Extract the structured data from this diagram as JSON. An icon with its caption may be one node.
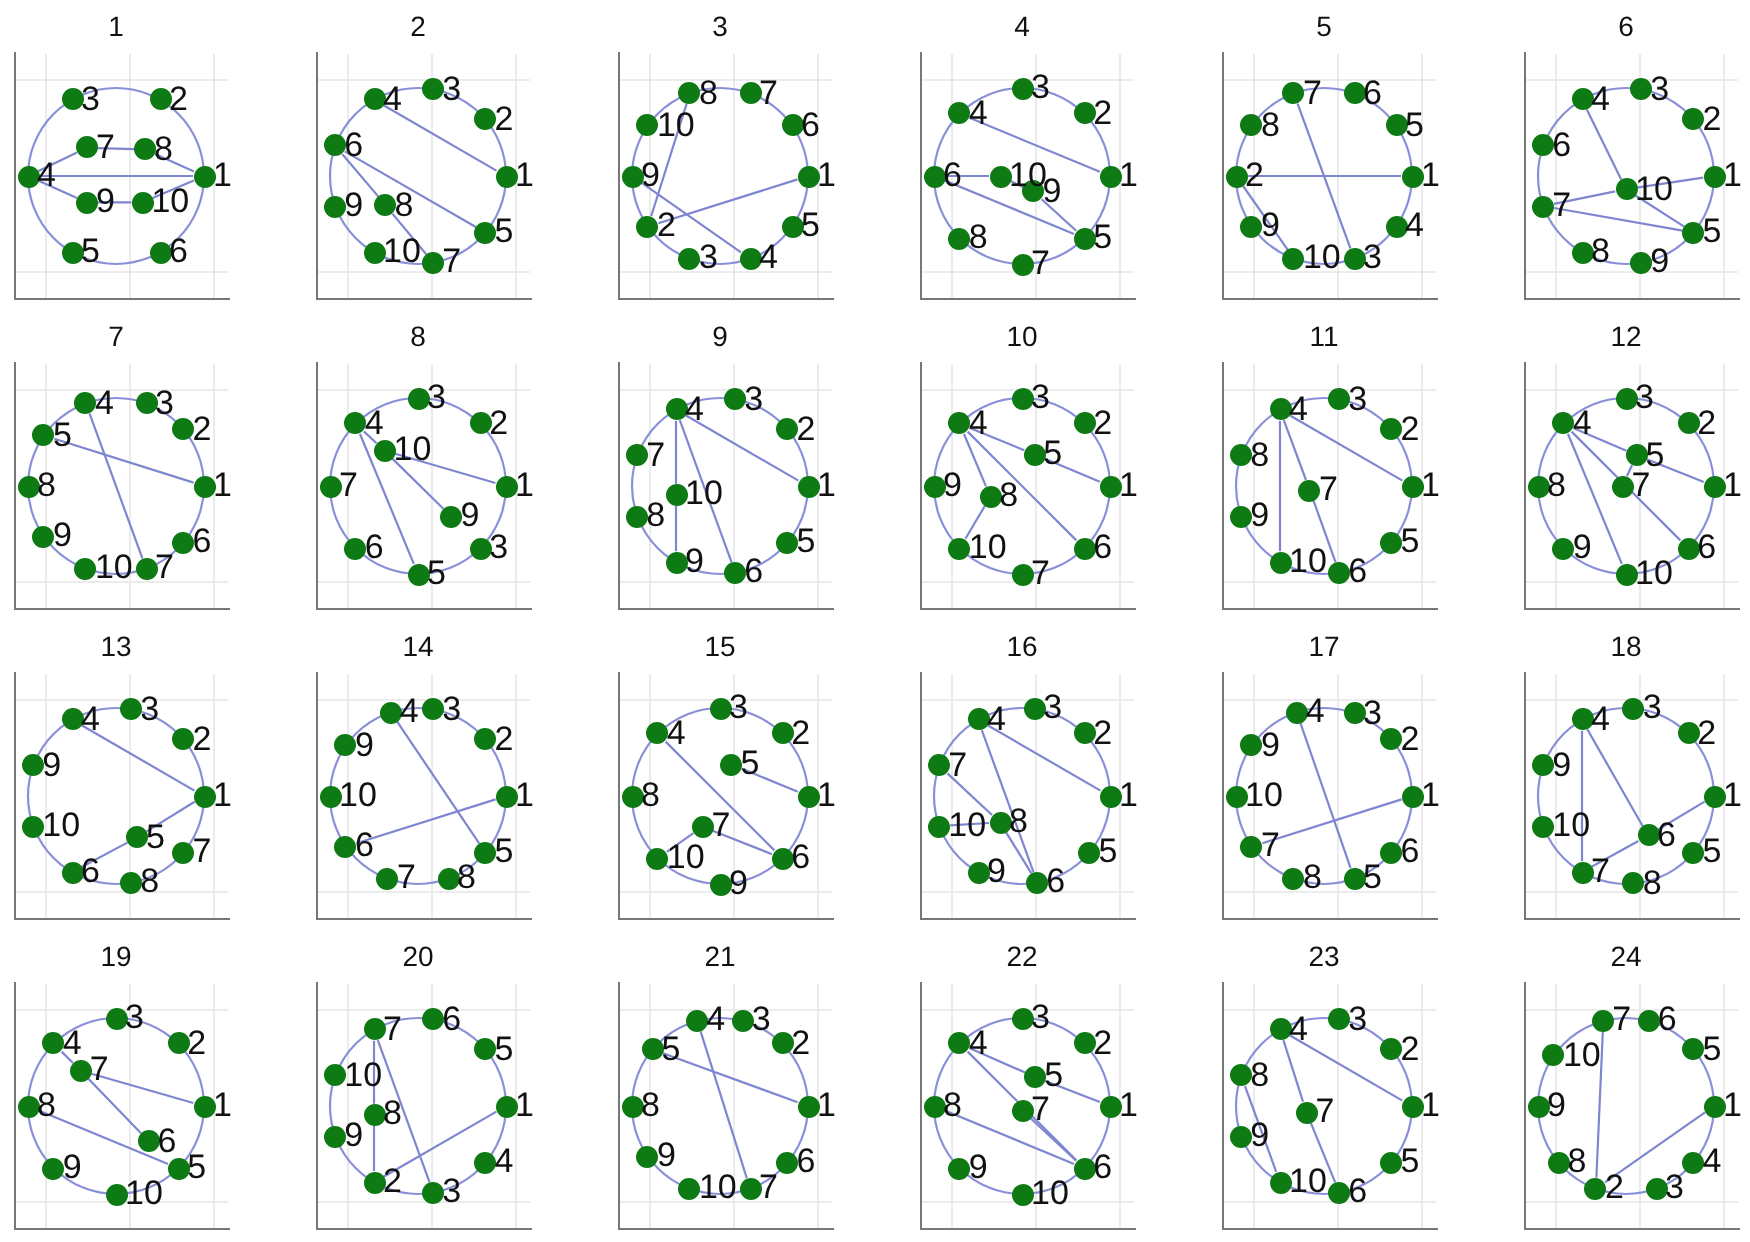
{
  "diagram": {
    "nodes": [
      {
        "text": [
          "1"
        ]
      },
      {
        "text": [
          "1"
        ],
        "in": 0
      },
      {
        "text": [
          "2"
        ],
        "in": 0
      },
      {
        "text": [
          "3"
        ],
        "in": 0
      },
      {
        "text": [
          "4"
        ],
        "in": 0
      },
      {
        "text": [
          "5"
        ],
        "in": 0
      },
      {
        "text": [
          "6"
        ],
        "in": 0
      },
      {
        "text": [
          "7"
        ],
        "in": 0
      },
      {
        "text": [
          "8"
        ],
        "in": 0
      },
      {
        "text": [
          "9"
        ],
        "in": 0
      },
      {
        "text": [
          "10"
        ],
        "in": 0
      },
      {
        "text": [
          "2"
        ]
      },
      {
        "text": [
          "1"
        ],
        "in": 11
      },
      {
        "text": [
          "2"
        ],
        "in": 11
      },
      {
        "text": [
          "3"
        ],
        "in": 11
      },
      {
        "text": [
          "4"
        ],
        "in": 11
      },
      {
        "text": [
          "5"
        ],
        "in": 11
      },
      {
        "text": [
          "6"
        ],
        "in": 11
      },
      {
        "text": [
          "7"
        ],
        "in": 11
      },
      {
        "text": [
          "8"
        ],
        "in": 11
      },
      {
        "text": [
          "9"
        ],
        "in": 11
      },
      {
        "text": [
          "10"
        ],
        "in": 11
      },
      {
        "text": [
          "3"
        ]
      },
      {
        "text": [
          "1"
        ],
        "in": 22
      },
      {
        "text": [
          "2"
        ],
        "in": 22
      },
      {
        "text": [
          "3"
        ],
        "in": 22
      },
      {
        "text": [
          "4"
        ],
        "in": 22
      },
      {
        "text": [
          "5"
        ],
        "in": 22
      },
      {
        "text": [
          "6"
        ],
        "in": 22
      },
      {
        "text": [
          "7"
        ],
        "in": 22
      },
      {
        "text": [
          "8"
        ],
        "in": 22
      },
      {
        "text": [
          "9"
        ],
        "in": 22
      },
      {
        "text": [
          "10"
        ],
        "in": 22
      },
      {
        "text": [
          "4"
        ]
      },
      {
        "text": [
          "1"
        ],
        "in": 33
      },
      {
        "text": [
          "2"
        ],
        "in": 33
      },
      {
        "text": [
          "3"
        ],
        "in": 33
      },
      {
        "text": [
          "4"
        ],
        "in": 33
      },
      {
        "text": [
          "5"
        ],
        "in": 33
      },
      {
        "text": [
          "6"
        ],
        "in": 33
      },
      {
        "text": [
          "7"
        ],
        "in": 33
      },
      {
        "text": [
          "8"
        ],
        "in": 33
      },
      {
        "text": [
          "9"
        ],
        "in": 33
      },
      {
        "text": [
          "10"
        ],
        "in": 33
      },
      {
        "text": [
          "5"
        ]
      },
      {
        "text": [
          "1"
        ],
        "in": 44
      },
      {
        "text": [
          "2"
        ],
        "in": 44
      },
      {
        "text": [
          "3"
        ],
        "in": 44
      },
      {
        "text": [
          "4"
        ],
        "in": 44
      },
      {
        "text": [
          "5"
        ],
        "in": 44
      },
      {
        "text": [
          "6"
        ],
        "in": 44
      },
      {
        "text": [
          "7"
        ],
        "in": 44
      },
      {
        "text": [
          "8"
        ],
        "in": 44
      },
      {
        "text": [
          "9"
        ],
        "in": 44
      },
      {
        "text": [
          "10"
        ],
        "in": 44
      },
      {
        "text": [
          "6"
        ]
      },
      {
        "text": [
          "1"
        ],
        "in": 55
      },
      {
        "text": [
          "2"
        ],
        "in": 55
      },
      {
        "text": [
          "3"
        ],
        "in": 55
      },
      {
        "text": [
          "4"
        ],
        "in": 55
      },
      {
        "text": [
          "5"
        ],
        "in": 55
      },
      {
        "text": [
          "6"
        ],
        "in": 55
      },
      {
        "text": [
          "7"
        ],
        "in": 55
      },
      {
        "text": [
          "8"
        ],
        "in": 55
      },
      {
        "text": [
          "9"
        ],
        "in": 55
      },
      {
        "text": [
          "10"
        ],
        "in": 55
      },
      {
        "text": [
          "7"
        ]
      },
      {
        "text": [
          "1"
        ],
        "in": 66
      },
      {
        "text": [
          "2"
        ],
        "in": 66
      },
      {
        "text": [
          "3"
        ],
        "in": 66
      },
      {
        "text": [
          "4"
        ],
        "in": 66
      },
      {
        "text": [
          "5"
        ],
        "in": 66
      },
      {
        "text": [
          "6"
        ],
        "in": 66
      },
      {
        "text": [
          "7"
        ],
        "in": 66
      },
      {
        "text": [
          "8"
        ],
        "in": 66
      },
      {
        "text": [
          "9"
        ],
        "in": 66
      },
      {
        "text": [
          "10"
        ],
        "in": 66
      },
      {
        "text": [
          "8"
        ]
      },
      {
        "text": [
          "1"
        ],
        "in": 77
      },
      {
        "text": [
          "2"
        ],
        "in": 77
      },
      {
        "text": [
          "3"
        ],
        "in": 77
      },
      {
        "text": [
          "4"
        ],
        "in": 77
      },
      {
        "text": [
          "5"
        ],
        "in": 77
      },
      {
        "text": [
          "6"
        ],
        "in": 77
      },
      {
        "text": [
          "7"
        ],
        "in": 77
      },
      {
        "text": [
          "3"
        ],
        "in": 77
      },
      {
        "text": [
          "9"
        ],
        "in": 77
      },
      {
        "text": [
          "10"
        ],
        "in": 77
      },
      {
        "text": [
          "9"
        ]
      },
      {
        "text": [
          "1"
        ],
        "in": 88
      },
      {
        "text": [
          "2"
        ],
        "in": 88
      },
      {
        "text": [
          "3"
        ],
        "in": 88
      },
      {
        "text": [
          "4"
        ],
        "in": 88
      },
      {
        "text": [
          "5"
        ],
        "in": 88
      },
      {
        "text": [
          "6"
        ],
        "in": 88
      },
      {
        "text": [
          "7"
        ],
        "in": 88
      },
      {
        "text": [
          "8"
        ],
        "in": 88
      },
      {
        "text": [
          "9"
        ],
        "in": 88
      },
      {
        "text": [
          "10"
        ],
        "in": 88
      },
      {
        "text": [
          "10"
        ]
      },
      {
        "text": [
          "1"
        ],
        "in": 99
      },
      {
        "text": [
          "2"
        ],
        "in": 99
      },
      {
        "text": [
          "3"
        ],
        "in": 99
      },
      {
        "text": [
          "4"
        ],
        "in": 99
      },
      {
        "text": [
          "5"
        ],
        "in": 99
      },
      {
        "text": [
          "6"
        ],
        "in": 99
      },
      {
        "text": [
          "7"
        ],
        "in": 99
      },
      {
        "text": [
          "8"
        ],
        "in": 99
      },
      {
        "text": [
          "9"
        ],
        "in": 99
      },
      {
        "text": [
          "10"
        ],
        "in": 99
      },
      {
        "text": [
          "11"
        ]
      },
      {
        "text": [
          "1"
        ],
        "in": 110
      },
      {
        "text": [
          "2"
        ],
        "in": 110
      },
      {
        "text": [
          "3"
        ],
        "in": 110
      },
      {
        "text": [
          "4"
        ],
        "in": 110
      },
      {
        "text": [
          "5"
        ],
        "in": 110
      },
      {
        "text": [
          "6"
        ],
        "in": 110
      },
      {
        "text": [
          "7"
        ],
        "in": 110
      },
      {
        "text": [
          "8"
        ],
        "in": 110
      },
      {
        "text": [
          "9"
        ],
        "in": 110
      },
      {
        "text": [
          "10"
        ],
        "in": 110
      },
      {
        "text": [
          "12"
        ]
      },
      {
        "text": [
          "1"
        ],
        "in": 121
      },
      {
        "text": [
          "2"
        ],
        "in": 121
      },
      {
        "text": [
          "3"
        ],
        "in": 121
      },
      {
        "text": [
          "4"
        ],
        "in": 121
      },
      {
        "text": [
          "5"
        ],
        "in": 121
      },
      {
        "text": [
          "6"
        ],
        "in": 121
      },
      {
        "text": [
          "7"
        ],
        "in": 121
      },
      {
        "text": [
          "8"
        ],
        "in": 121
      },
      {
        "text": [
          "9"
        ],
        "in": 121
      },
      {
        "text": [
          "10"
        ],
        "in": 121
      },
      {
        "text": [
          "13"
        ]
      },
      {
        "text": [
          "1"
        ],
        "in": 132
      },
      {
        "text": [
          "2"
        ],
        "in": 132
      },
      {
        "text": [
          "3"
        ],
        "in": 132
      },
      {
        "text": [
          "4"
        ],
        "in": 132
      },
      {
        "text": [
          "5"
        ],
        "in": 132
      },
      {
        "text": [
          "6"
        ],
        "in": 132
      },
      {
        "text": [
          "7"
        ],
        "in": 132
      },
      {
        "text": [
          "8"
        ],
        "in": 132
      },
      {
        "text": [
          "9"
        ],
        "in": 132
      },
      {
        "text": [
          "10"
        ],
        "in": 132
      },
      {
        "text": [
          "14"
        ]
      },
      {
        "text": [
          "1"
        ],
        "in": 143
      },
      {
        "text": [
          "2"
        ],
        "in": 143
      },
      {
        "text": [
          "3"
        ],
        "in": 143
      },
      {
        "text": [
          "4"
        ],
        "in": 143
      },
      {
        "text": [
          "5"
        ],
        "in": 143
      },
      {
        "text": [
          "6"
        ],
        "in": 143
      },
      {
        "text": [
          "7"
        ],
        "in": 143
      },
      {
        "text": [
          "8"
        ],
        "in": 143
      },
      {
        "text": [
          "9"
        ],
        "in": 143
      },
      {
        "text": [
          "10"
        ],
        "in": 143
      },
      {
        "text": [
          "15"
        ]
      },
      {
        "text": [
          "1"
        ],
        "in": 154
      },
      {
        "text": [
          "2"
        ],
        "in": 154
      },
      {
        "text": [
          "3"
        ],
        "in": 154
      },
      {
        "text": [
          "4"
        ],
        "in": 154
      },
      {
        "text": [
          "5"
        ],
        "in": 154
      },
      {
        "text": [
          "6"
        ],
        "in": 154
      },
      {
        "text": [
          "7"
        ],
        "in": 154
      },
      {
        "text": [
          "8"
        ],
        "in": 154
      },
      {
        "text": [
          "9"
        ],
        "in": 154
      },
      {
        "text": [
          "10"
        ],
        "in": 154
      },
      {
        "text": [
          "16"
        ]
      },
      {
        "text": [
          "1"
        ],
        "in": 165
      },
      {
        "text": [
          "2"
        ],
        "in": 165
      },
      {
        "text": [
          "3"
        ],
        "in": 165
      },
      {
        "text": [
          "4"
        ],
        "in": 165
      },
      {
        "text": [
          "5"
        ],
        "in": 165
      },
      {
        "text": [
          "6"
        ],
        "in": 165
      },
      {
        "text": [
          "7"
        ],
        "in": 165
      },
      {
        "text": [
          "8"
        ],
        "in": 165
      },
      {
        "text": [
          "9"
        ],
        "in": 165
      },
      {
        "text": [
          "10"
        ],
        "in": 165
      },
      {
        "text": [
          "17"
        ]
      },
      {
        "text": [
          "1"
        ],
        "in": 176
      },
      {
        "text": [
          "2"
        ],
        "in": 176
      },
      {
        "text": [
          "3"
        ],
        "in": 176
      },
      {
        "text": [
          "4"
        ],
        "in": 176
      },
      {
        "text": [
          "5"
        ],
        "in": 176
      },
      {
        "text": [
          "6"
        ],
        "in": 176
      },
      {
        "text": [
          "7"
        ],
        "in": 176
      },
      {
        "text": [
          "8"
        ],
        "in": 176
      },
      {
        "text": [
          "9"
        ],
        "in": 176
      },
      {
        "text": [
          "10"
        ],
        "in": 176
      },
      {
        "text": [
          "18"
        ]
      },
      {
        "text": [
          "1"
        ],
        "in": 187
      },
      {
        "text": [
          "2"
        ],
        "in": 187
      },
      {
        "text": [
          "3"
        ],
        "in": 187
      },
      {
        "text": [
          "4"
        ],
        "in": 187
      },
      {
        "text": [
          "5"
        ],
        "in": 187
      },
      {
        "text": [
          "6"
        ],
        "in": 187
      },
      {
        "text": [
          "7"
        ],
        "in": 187
      },
      {
        "text": [
          "8"
        ],
        "in": 187
      },
      {
        "text": [
          "9"
        ],
        "in": 187
      },
      {
        "text": [
          "10"
        ],
        "in": 187
      },
      {
        "text": [
          "19"
        ]
      },
      {
        "text": [
          "1"
        ],
        "in": 198
      },
      {
        "text": [
          "2"
        ],
        "in": 198
      },
      {
        "text": [
          "3"
        ],
        "in": 198
      },
      {
        "text": [
          "4"
        ],
        "in": 198
      },
      {
        "text": [
          "5"
        ],
        "in": 198
      },
      {
        "text": [
          "6"
        ],
        "in": 198
      },
      {
        "text": [
          "7"
        ],
        "in": 198
      },
      {
        "text": [
          "8"
        ],
        "in": 198
      },
      {
        "text": [
          "9"
        ],
        "in": 198
      },
      {
        "text": [
          "10"
        ],
        "in": 198
      },
      {
        "text": [
          "20"
        ]
      },
      {
        "text": [
          "1"
        ],
        "in": 209
      },
      {
        "text": [
          "2"
        ],
        "in": 209
      },
      {
        "text": [
          "3"
        ],
        "in": 209
      },
      {
        "text": [
          "4"
        ],
        "in": 209
      },
      {
        "text": [
          "5"
        ],
        "in": 209
      },
      {
        "text": [
          "6"
        ],
        "in": 209
      },
      {
        "text": [
          "7"
        ],
        "in": 209
      },
      {
        "text": [
          "8"
        ],
        "in": 209
      },
      {
        "text": [
          "9"
        ],
        "in": 209
      },
      {
        "text": [
          "10"
        ],
        "in": 209
      },
      {
        "text": [
          "21"
        ]
      },
      {
        "text": [
          "1"
        ],
        "in": 220
      },
      {
        "text": [
          "2"
        ],
        "in": 220
      },
      {
        "text": [
          "3"
        ],
        "in": 220
      },
      {
        "text": [
          "4"
        ],
        "in": 220
      },
      {
        "text": [
          "5"
        ],
        "in": 220
      },
      {
        "text": [
          "6"
        ],
        "in": 220
      },
      {
        "text": [
          "7"
        ],
        "in": 220
      },
      {
        "text": [
          "8"
        ],
        "in": 220
      },
      {
        "text": [
          "9"
        ],
        "in": 220
      },
      {
        "text": [
          "10"
        ],
        "in": 220
      },
      {
        "text": [
          "22"
        ]
      },
      {
        "text": [
          "1"
        ],
        "in": 231
      },
      {
        "text": [
          "2"
        ],
        "in": 231
      },
      {
        "text": [
          "3"
        ],
        "in": 231
      },
      {
        "text": [
          "4"
        ],
        "in": 231
      },
      {
        "text": [
          "5"
        ],
        "in": 231
      },
      {
        "text": [
          "6"
        ],
        "in": 231
      },
      {
        "text": [
          "7"
        ],
        "in": 231
      },
      {
        "text": [
          "8"
        ],
        "in": 231
      },
      {
        "text": [
          "9"
        ],
        "in": 231
      },
      {
        "text": [
          "10"
        ],
        "in": 231
      },
      {
        "text": [
          "23"
        ]
      },
      {
        "text": [
          "1"
        ],
        "in": 242
      },
      {
        "text": [
          "2"
        ],
        "in": 242
      },
      {
        "text": [
          "3"
        ],
        "in": 242
      },
      {
        "text": [
          "4"
        ],
        "in": 242
      },
      {
        "text": [
          "5"
        ],
        "in": 242
      },
      {
        "text": [
          "6"
        ],
        "in": 242
      },
      {
        "text": [
          "7"
        ],
        "in": 242
      },
      {
        "text": [
          "8"
        ],
        "in": 242
      },
      {
        "text": [
          "9"
        ],
        "in": 242
      },
      {
        "text": [
          "10"
        ],
        "in": 242
      },
      {
        "text": [
          "24"
        ]
      },
      {
        "text": [
          "1"
        ],
        "in": 253
      },
      {
        "text": [
          "2"
        ],
        "in": 253
      },
      {
        "text": [
          "3"
        ],
        "in": 253
      },
      {
        "text": [
          "4"
        ],
        "in": 253
      },
      {
        "text": [
          "5"
        ],
        "in": 253
      },
      {
        "text": [
          "6"
        ],
        "in": 253
      },
      {
        "text": [
          "7"
        ],
        "in": 253
      },
      {
        "text": [
          "8"
        ],
        "in": 253
      },
      {
        "text": [
          "9"
        ],
        "in": 253
      },
      {
        "text": [
          "10"
        ],
        "in": 253
      }
    ],
    "edges": [
      {
        "from": 4,
        "to": 1,
        "arrow": "none"
      },
      {
        "from": 4,
        "to": 7,
        "arrow": "none"
      },
      {
        "from": 7,
        "to": 8,
        "arrow": "none"
      },
      {
        "from": 8,
        "to": 1,
        "arrow": "none"
      },
      {
        "from": 4,
        "to": 9,
        "arrow": "none"
      },
      {
        "from": 9,
        "to": 10,
        "arrow": "none"
      },
      {
        "from": 10,
        "to": 1,
        "arrow": "none"
      },
      {
        "from": 15,
        "to": 12,
        "arrow": "none"
      },
      {
        "from": 17,
        "to": 16,
        "arrow": "none"
      },
      {
        "from": 17,
        "to": 19,
        "arrow": "none"
      },
      {
        "from": 19,
        "to": 18,
        "arrow": "none"
      },
      {
        "from": 24,
        "to": 23,
        "arrow": "none"
      },
      {
        "from": 31,
        "to": 26,
        "arrow": "none"
      },
      {
        "from": 24,
        "to": 30,
        "arrow": "none"
      },
      {
        "from": 37,
        "to": 34,
        "arrow": "none"
      },
      {
        "from": 39,
        "to": 43,
        "arrow": "none"
      },
      {
        "from": 43,
        "to": 42,
        "arrow": "none"
      },
      {
        "from": 42,
        "to": 38,
        "arrow": "none"
      },
      {
        "from": 39,
        "to": 38,
        "arrow": "none"
      },
      {
        "from": 46,
        "to": 45,
        "arrow": "none"
      },
      {
        "from": 51,
        "to": 47,
        "arrow": "none"
      },
      {
        "from": 46,
        "to": 54,
        "arrow": "none"
      },
      {
        "from": 59,
        "to": 65,
        "arrow": "none"
      },
      {
        "from": 65,
        "to": 60,
        "arrow": "none"
      },
      {
        "from": 62,
        "to": 65,
        "arrow": "none"
      },
      {
        "from": 65,
        "to": 56,
        "arrow": "none"
      },
      {
        "from": 62,
        "to": 60,
        "arrow": "none"
      },
      {
        "from": 71,
        "to": 67,
        "arrow": "none"
      },
      {
        "from": 70,
        "to": 73,
        "arrow": "none"
      },
      {
        "from": 81,
        "to": 87,
        "arrow": "none"
      },
      {
        "from": 87,
        "to": 78,
        "arrow": "none"
      },
      {
        "from": 87,
        "to": 86,
        "arrow": "none"
      },
      {
        "from": 81,
        "to": 82,
        "arrow": "none"
      },
      {
        "from": 92,
        "to": 98,
        "arrow": "none"
      },
      {
        "from": 98,
        "to": 97,
        "arrow": "none"
      },
      {
        "from": 92,
        "to": 94,
        "arrow": "none"
      },
      {
        "from": 92,
        "to": 89,
        "arrow": "none"
      },
      {
        "from": 103,
        "to": 104,
        "arrow": "none"
      },
      {
        "from": 104,
        "to": 100,
        "arrow": "none"
      },
      {
        "from": 103,
        "to": 105,
        "arrow": "none"
      },
      {
        "from": 103,
        "to": 107,
        "arrow": "none"
      },
      {
        "from": 107,
        "to": 109,
        "arrow": "none"
      },
      {
        "from": 114,
        "to": 111,
        "arrow": "none"
      },
      {
        "from": 114,
        "to": 120,
        "arrow": "none"
      },
      {
        "from": 114,
        "to": 117,
        "arrow": "none"
      },
      {
        "from": 117,
        "to": 116,
        "arrow": "none"
      },
      {
        "from": 125,
        "to": 131,
        "arrow": "none"
      },
      {
        "from": 125,
        "to": 127,
        "arrow": "none"
      },
      {
        "from": 125,
        "to": 126,
        "arrow": "none"
      },
      {
        "from": 126,
        "to": 122,
        "arrow": "none"
      },
      {
        "from": 126,
        "to": 128,
        "arrow": "none"
      },
      {
        "from": 136,
        "to": 133,
        "arrow": "none"
      },
      {
        "from": 138,
        "to": 137,
        "arrow": "none"
      },
      {
        "from": 137,
        "to": 133,
        "arrow": "none"
      },
      {
        "from": 147,
        "to": 148,
        "arrow": "none"
      },
      {
        "from": 149,
        "to": 144,
        "arrow": "none"
      },
      {
        "from": 158,
        "to": 160,
        "arrow": "none"
      },
      {
        "from": 159,
        "to": 155,
        "arrow": "none"
      },
      {
        "from": 161,
        "to": 160,
        "arrow": "none"
      },
      {
        "from": 164,
        "to": 161,
        "arrow": "none"
      },
      {
        "from": 169,
        "to": 166,
        "arrow": "none"
      },
      {
        "from": 169,
        "to": 171,
        "arrow": "none"
      },
      {
        "from": 172,
        "to": 173,
        "arrow": "none"
      },
      {
        "from": 173,
        "to": 171,
        "arrow": "none"
      },
      {
        "from": 175,
        "to": 173,
        "arrow": "none"
      },
      {
        "from": 180,
        "to": 181,
        "arrow": "none"
      },
      {
        "from": 183,
        "to": 177,
        "arrow": "none"
      },
      {
        "from": 191,
        "to": 194,
        "arrow": "none"
      },
      {
        "from": 191,
        "to": 193,
        "arrow": "none"
      },
      {
        "from": 193,
        "to": 188,
        "arrow": "none"
      },
      {
        "from": 194,
        "to": 193,
        "arrow": "none"
      },
      {
        "from": 202,
        "to": 205,
        "arrow": "none"
      },
      {
        "from": 205,
        "to": 199,
        "arrow": "none"
      },
      {
        "from": 205,
        "to": 204,
        "arrow": "none"
      },
      {
        "from": 206,
        "to": 203,
        "arrow": "none"
      },
      {
        "from": 216,
        "to": 217,
        "arrow": "none"
      },
      {
        "from": 217,
        "to": 211,
        "arrow": "none"
      },
      {
        "from": 216,
        "to": 212,
        "arrow": "none"
      },
      {
        "from": 211,
        "to": 210,
        "arrow": "none"
      },
      {
        "from": 225,
        "to": 221,
        "arrow": "none"
      },
      {
        "from": 224,
        "to": 227,
        "arrow": "none"
      },
      {
        "from": 235,
        "to": 236,
        "arrow": "none"
      },
      {
        "from": 236,
        "to": 232,
        "arrow": "none"
      },
      {
        "from": 235,
        "to": 237,
        "arrow": "none"
      },
      {
        "from": 238,
        "to": 237,
        "arrow": "none"
      },
      {
        "from": 239,
        "to": 237,
        "arrow": "none"
      },
      {
        "from": 246,
        "to": 243,
        "arrow": "none"
      },
      {
        "from": 246,
        "to": 249,
        "arrow": "none"
      },
      {
        "from": 249,
        "to": 248,
        "arrow": "none"
      },
      {
        "from": 250,
        "to": 252,
        "arrow": "none"
      },
      {
        "from": 260,
        "to": 255,
        "arrow": "none"
      },
      {
        "from": 255,
        "to": 254,
        "arrow": "none"
      }
    ]
  }
}
